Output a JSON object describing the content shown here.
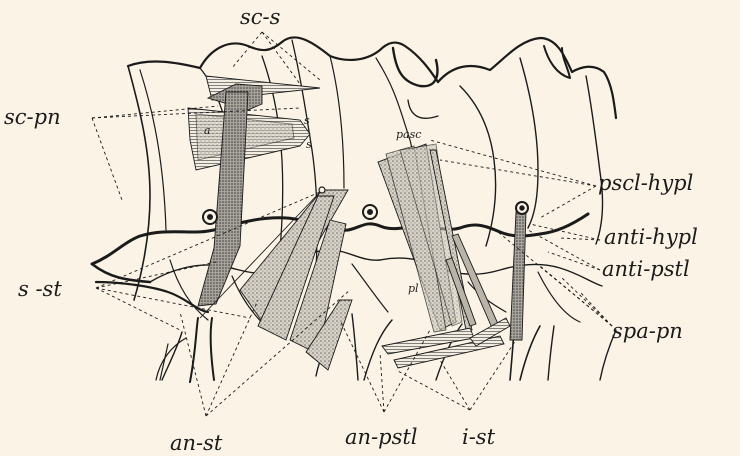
{
  "labels": {
    "sc_s": "sc-s",
    "sc_pn": "sc-pn",
    "s_st": "s -st",
    "an_st": "an-st",
    "an_pstl": "an-pstl",
    "i_st": "i-st",
    "pscl_hypl": "pscl-hypl",
    "anti_hypl": "anti-hypl",
    "anti_pstl": "anti-pstl",
    "spa_pn": "spa-pn",
    "pasc": "pasc",
    "pl": "pl",
    "a": "a",
    "s_small_1": "s",
    "s_small_2": "s"
  },
  "colors": {
    "ink": "#1b1b1b",
    "paper": "#fbf4e6",
    "stipple_dark": "#8c8c8c",
    "stipple_light": "#c9c4bb"
  }
}
